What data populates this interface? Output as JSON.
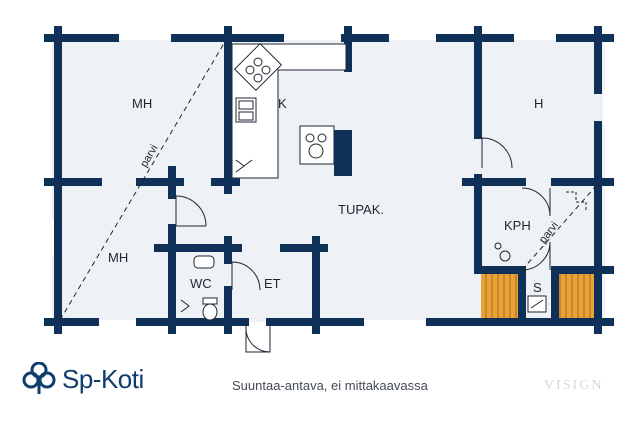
{
  "rooms": {
    "mh_top": "MH",
    "mh_bottom": "MH",
    "k": "K",
    "h": "H",
    "tupak": "TUPAK.",
    "kph": "KPH",
    "wc": "WC",
    "et": "ET",
    "s": "S"
  },
  "labels": {
    "parvi_left": "parvi",
    "parvi_right": "parvi"
  },
  "footer": {
    "brand": "Sp-Koti",
    "caption": "Suuntaa-antava, ei mittakaavassa",
    "watermark": "VISIGN"
  },
  "colors": {
    "wall": "#0f3057",
    "floor": "#eef1f6",
    "sauna": "#e8a23a",
    "brand": "#0f3d6e"
  }
}
